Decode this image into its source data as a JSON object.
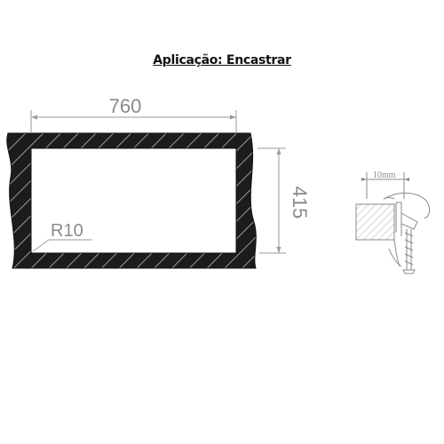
{
  "title": "Aplicação: Encastrar",
  "dimensions": {
    "width": "760",
    "height": "415",
    "radius": "R10"
  },
  "detail": {
    "gap_label": "10mm"
  }
}
